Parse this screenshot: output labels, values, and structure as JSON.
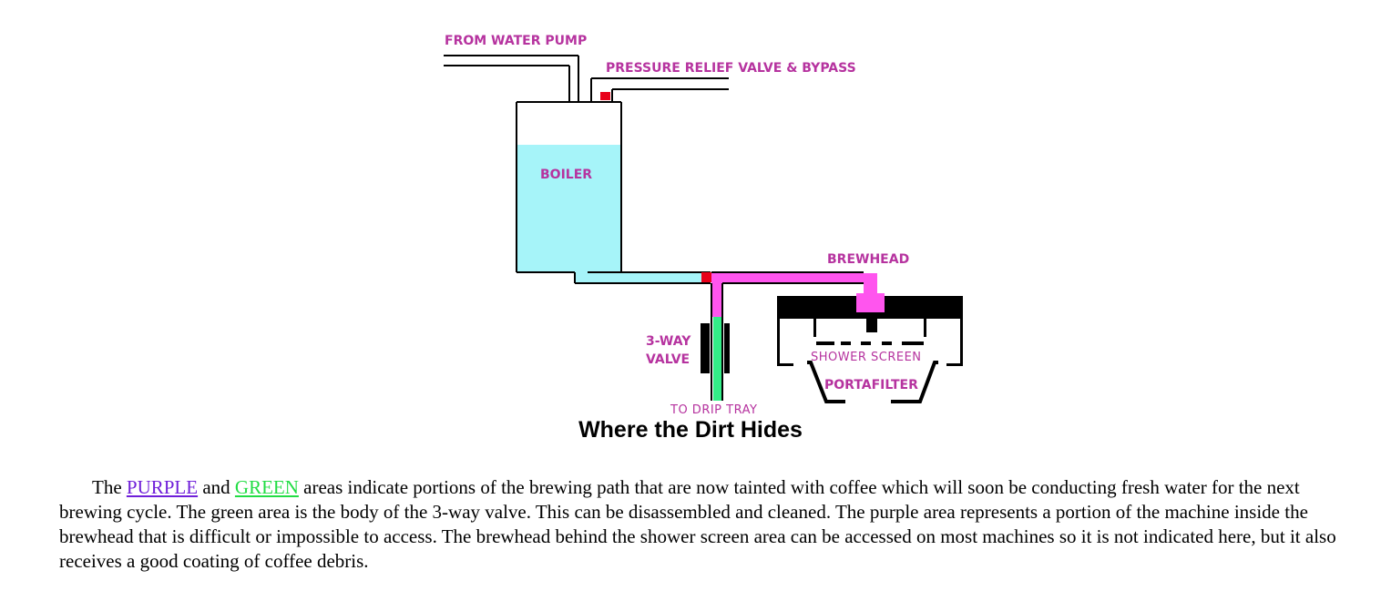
{
  "diagram": {
    "labels": {
      "from_water_pump": "FROM WATER PUMP",
      "pressure_relief": "PRESSURE RELIEF VALVE & BYPASS",
      "boiler": "BOILER",
      "brewhead": "BREWHEAD",
      "three_way_line1": "3-WAY",
      "three_way_line2": "VALVE",
      "shower_screen": "SHOWER SCREEN",
      "portafilter": "PORTAFILTER",
      "to_drip_tray": "TO DRIP TRAY"
    },
    "colors": {
      "water": "#a6f4f9",
      "purple": "#ff55ee",
      "green": "#33ee88",
      "valve_marker": "#e8001a",
      "label": "#b6339f"
    }
  },
  "caption": "Where the Dirt Hides",
  "paragraph": {
    "text_before": "The ",
    "purple_link": "PURPLE",
    "text_and": " and ",
    "green_link": "GREEN",
    "text_after": " areas indicate portions of the brewing path that are now tainted with coffee which will soon be conducting fresh water for the next brewing cycle. The green area is the body of the 3-way valve. This can be disassembled and cleaned. The purple area represents a portion of the machine inside the brewhead that is difficult or impossible to access. The brewhead behind the shower screen area can be accessed on most machines so it is not indicated here, but it also receives a good coating of coffee debris.",
    "purple_link_color": "#6f1fd9",
    "green_link_color": "#22dd44"
  }
}
